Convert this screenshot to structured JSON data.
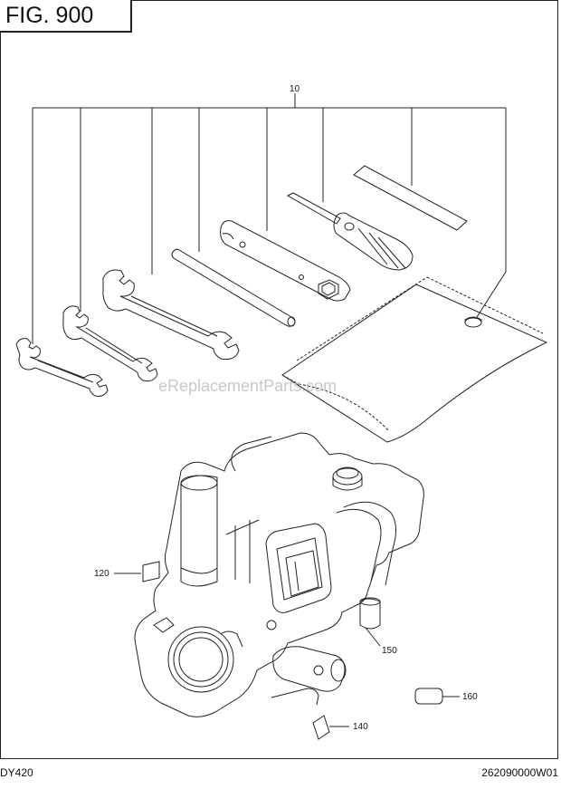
{
  "figure": {
    "title": "FIG. 900"
  },
  "callouts": {
    "tool_kit": "10",
    "label_120": "120",
    "label_140": "140",
    "label_150": "150",
    "label_160": "160"
  },
  "watermark": "eReplacementParts.com",
  "footer": {
    "model": "DY420",
    "part_code": "262090000W01"
  },
  "colors": {
    "line": "#222222",
    "watermark": "#c8c8c8",
    "background": "#ffffff"
  }
}
